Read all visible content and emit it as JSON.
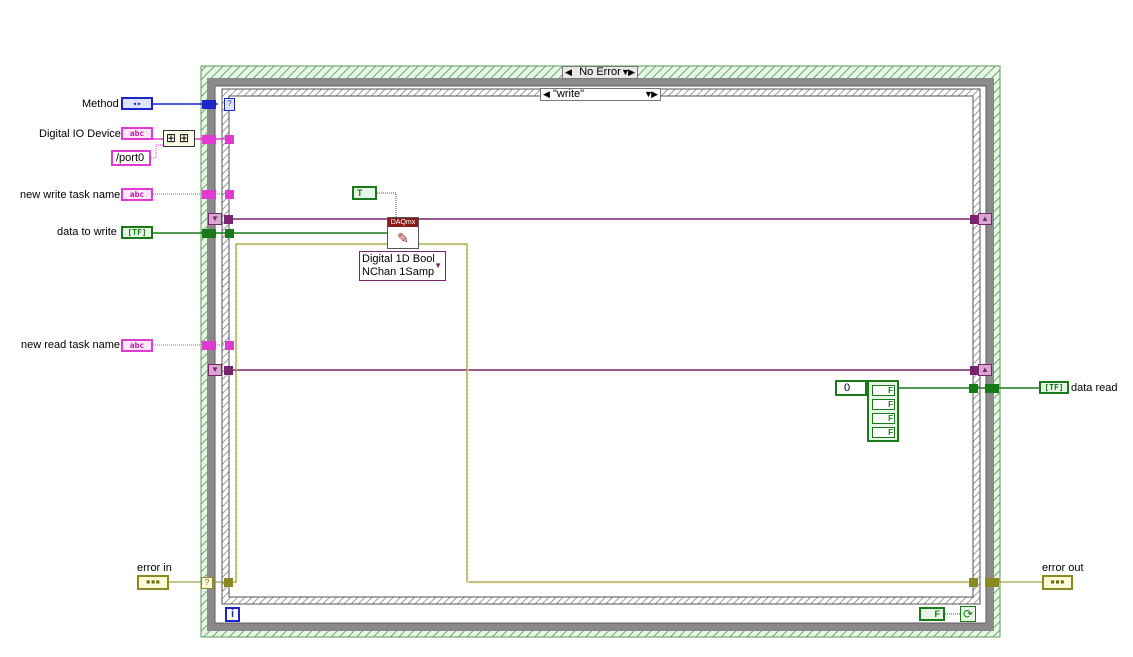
{
  "outer_case": {
    "selector": "No Error"
  },
  "inner_case": {
    "selector": "\"write\""
  },
  "controls": {
    "method": "Method",
    "digital_io_device": "Digital IO Device",
    "port_constant": "/port0",
    "new_write_task_name": "new write task name",
    "data_to_write": "data to write",
    "new_read_task_name": "new read task name",
    "error_in": "error in"
  },
  "indicators": {
    "data_read": "data read",
    "error_out": "error out"
  },
  "terminal_glyphs": {
    "enum": "◂▸",
    "string": "abc",
    "bool_array": "[TF]",
    "cluster": "▪▪▪",
    "bool_const": "T",
    "bool_false": "F",
    "info": "i",
    "case_question": "?",
    "concat_glyph": "⊞"
  },
  "daqmx_write": {
    "header": "DAQmx",
    "polymorphic_line1": "Digital 1D Bool",
    "polymorphic_line2": "NChan 1Samp"
  },
  "array_constant": {
    "index": "0",
    "element_count": 4
  },
  "colors": {
    "enum_wire": "#1a26c8",
    "string_wire": "#e03ad0",
    "bool_wire": "#1a7a1a",
    "task_wire": "#7a2470",
    "error_wire": "#8a8a20",
    "structure_frame": "#8a8a8a",
    "structure_hatch": "#a8d8a8"
  }
}
